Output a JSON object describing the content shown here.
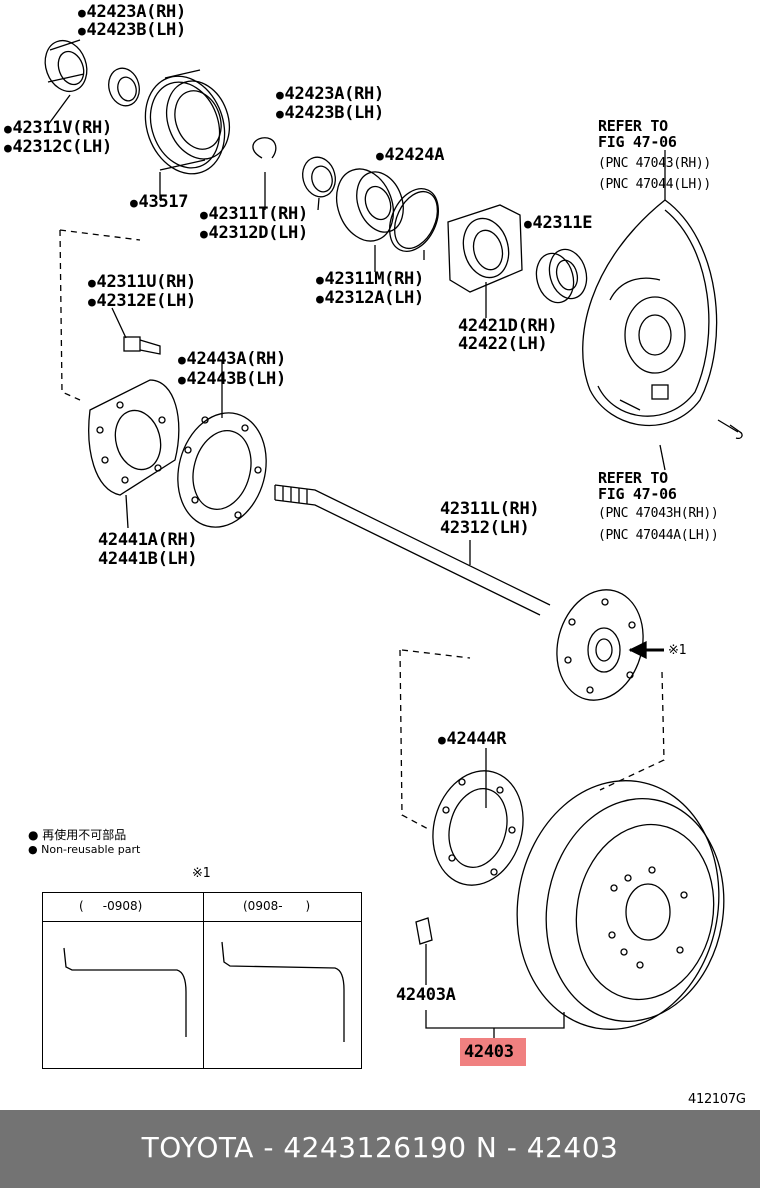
{
  "labels": {
    "l42423a_top": "42423A(RH)",
    "l42423b_top": "42423B(LH)",
    "l42311v": "42311V(RH)",
    "l42312c": "42312C(LH)",
    "l43517": "43517",
    "l42423a_mid": "42423A(RH)",
    "l42423b_mid": "42423B(LH)",
    "l42424a": "42424A",
    "l42311t": "42311T(RH)",
    "l42312d": "42312D(LH)",
    "l42311e": "42311E",
    "l42311m": "42311M(RH)",
    "l42312a": "42312A(LH)",
    "l42421d": "42421D(RH)",
    "l42422": "42422(LH)",
    "l42311u": "42311U(RH)",
    "l42312e": "42312E(LH)",
    "l42443a": "42443A(RH)",
    "l42443b": "42443B(LH)",
    "l42441a": "42441A(RH)",
    "l42441b": "42441B(LH)",
    "l42311l": "42311L(RH)",
    "l42312": "42312(LH)",
    "l42444r": "42444R",
    "l42403a": "42403A",
    "l42403": "42403",
    "ref1_a": "REFER TO",
    "ref1_b": "FIG 47-06",
    "ref1_c": "(PNC 47043(RH))",
    "ref1_d": "(PNC 47044(LH))",
    "ref2_a": "REFER TO",
    "ref2_b": "FIG 47-06",
    "ref2_c": "(PNC 47043H(RH))",
    "ref2_d": "(PNC 47044A(LH))",
    "note_mark": "※1",
    "inset_mark": "※1",
    "fig_code": "412107G"
  },
  "legend": {
    "jp": "再使用不可部品",
    "en": "Non-reusable part"
  },
  "inset": {
    "left_header": "(     -0908)",
    "right_header": "(0908-      )"
  },
  "footer": {
    "text": "TOYOTA - 4243126190     N - 42403"
  },
  "colors": {
    "highlight": "#f08080",
    "footer_bg": "#737373"
  }
}
